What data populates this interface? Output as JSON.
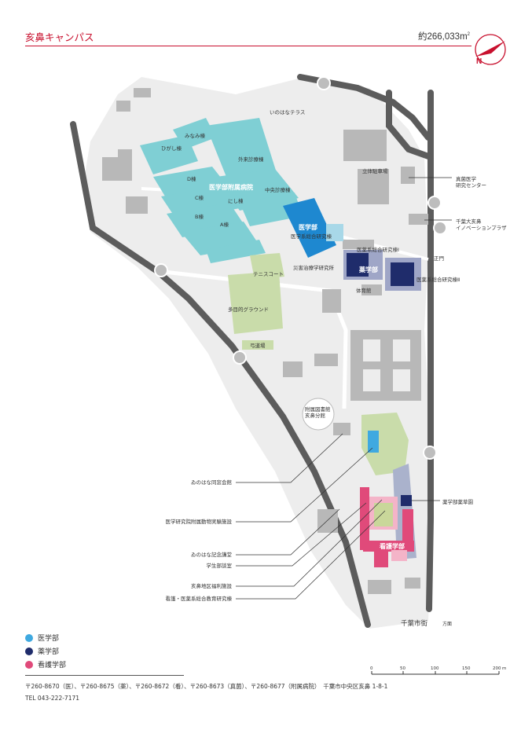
{
  "header": {
    "title": "亥鼻キャンパス",
    "area_text": "約266,033m",
    "area_sup": "2",
    "compass_letter": "N"
  },
  "map": {
    "buildings": {
      "inohana_terrace": "いのはなテラス",
      "minami": "みなみ棟",
      "higashi": "ひがし棟",
      "d": "D棟",
      "c": "C棟",
      "b": "B棟",
      "a": "A棟",
      "nishi": "にし棟",
      "gairai": "外来診療棟",
      "hospital": "医学部附属病院",
      "chuo": "中央診療棟",
      "igaku": "医学部",
      "igaku_research": "医学系総合研究棟",
      "saigai": "災害治療学研究所",
      "yakugaku_research": "医薬系総合研究棟Ⅰ",
      "yakugaku": "薬学部",
      "iyaku_research2": "医薬系総合研究棟Ⅱ",
      "gym": "体育館",
      "tennis": "テニスコート",
      "ground": "多目的グラウンド",
      "kyudo": "弓道場",
      "parking": "立体駐車場",
      "shinkan": "真菌医学\n研究センター",
      "innovation": "千葉大亥鼻\nイノベーションプラザ",
      "main_gate": "正門",
      "library": "附属図書館\n亥鼻分館",
      "kango": "看護学部",
      "yakuso": "薬学部薬草園"
    },
    "callouts": [
      "ゐのはな同窓会館",
      "医学研究院附属動物実験施設",
      "ゐのはな記念講堂",
      "学生部談室",
      "亥鼻地区福利施設",
      "看護・医薬系総合教育研究棟"
    ],
    "direction": "千葉市街",
    "direction_suffix": "方面",
    "scale": {
      "ticks": [
        "0",
        "50",
        "100",
        "150",
        "200"
      ],
      "unit": "m"
    }
  },
  "legend": [
    {
      "label": "医学部",
      "color": "#3fa9e0"
    },
    {
      "label": "薬学部",
      "color": "#1f2c6b"
    },
    {
      "label": "看護学部",
      "color": "#e04a7a"
    }
  ],
  "footer": {
    "postal": "〒260-8670（医）、〒260-8675（薬）、〒260-8672（看）、〒260-8673（真菌）、〒260-8677（附属病院）　千葉市中央区亥鼻 1-8-1",
    "tel": "TEL 043-222-7171"
  },
  "colors": {
    "accent": "#c8102e",
    "hospital": "#7fcfd4",
    "igaku": "#1e88d0",
    "yakugaku": "#1f2c6b",
    "kango": "#e04a7a",
    "ground": "#c9dcaa",
    "road": "#5b5b5b",
    "campus": "#eeeeee",
    "building": "#b5b5b5"
  }
}
